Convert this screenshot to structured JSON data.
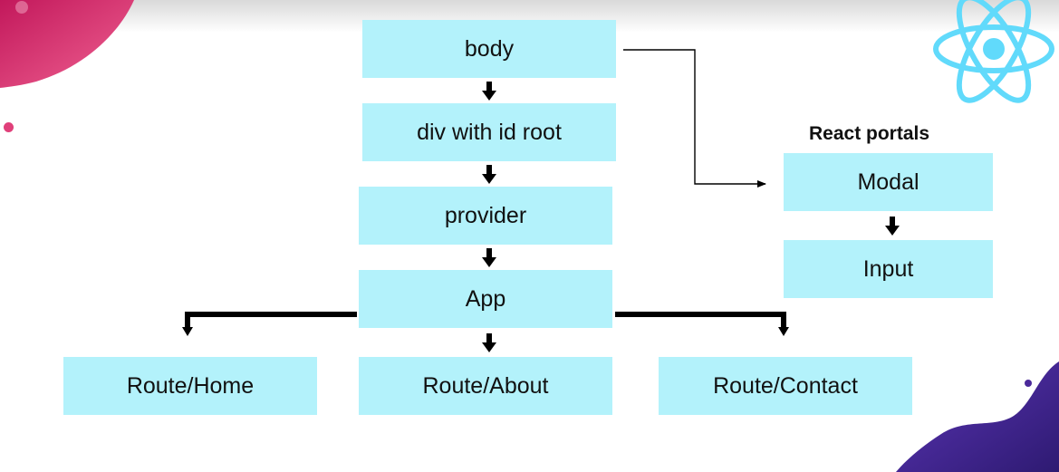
{
  "diagram": {
    "nodes": {
      "body": "body",
      "root": "div with id root",
      "provider": "provider",
      "app": "App",
      "home": "Route/Home",
      "about": "Route/About",
      "contact": "Route/Contact",
      "modal": "Modal",
      "input": "Input"
    },
    "portal_label": "React portals"
  },
  "colors": {
    "box_fill": "#b3f2fb",
    "arrow": "#000000",
    "blob_pink": "#e83e8c",
    "blob_purple": "#4b2a9a",
    "react_logo": "#61dafb"
  },
  "icons": [
    "react-logo-icon"
  ]
}
